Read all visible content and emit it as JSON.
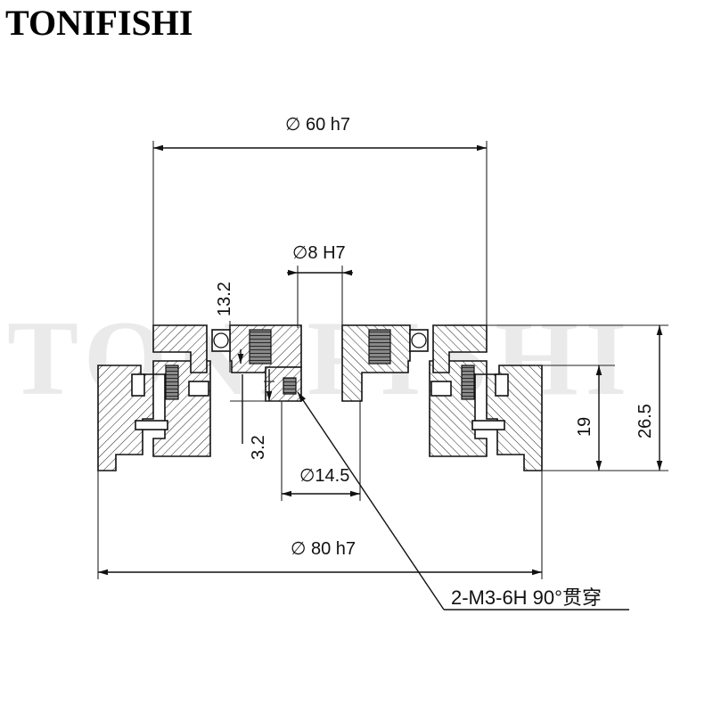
{
  "brand": {
    "text": "TONIFISHI"
  },
  "watermark": {
    "text": "TONIFISHI"
  },
  "dimensions": {
    "outer_top": "∅ 60 h7",
    "bore": "∅8 H7",
    "depth_top": "13.2",
    "depth_bottom": "3.2",
    "pilot": "∅14.5",
    "outer_bottom": "∅ 80 h7",
    "height_19": "19",
    "height_26": "26.5"
  },
  "callout": {
    "text": "2-M3-6H 90°贯穿"
  },
  "colors": {
    "ink": "#111111",
    "watermark": "#d9d9d9"
  }
}
